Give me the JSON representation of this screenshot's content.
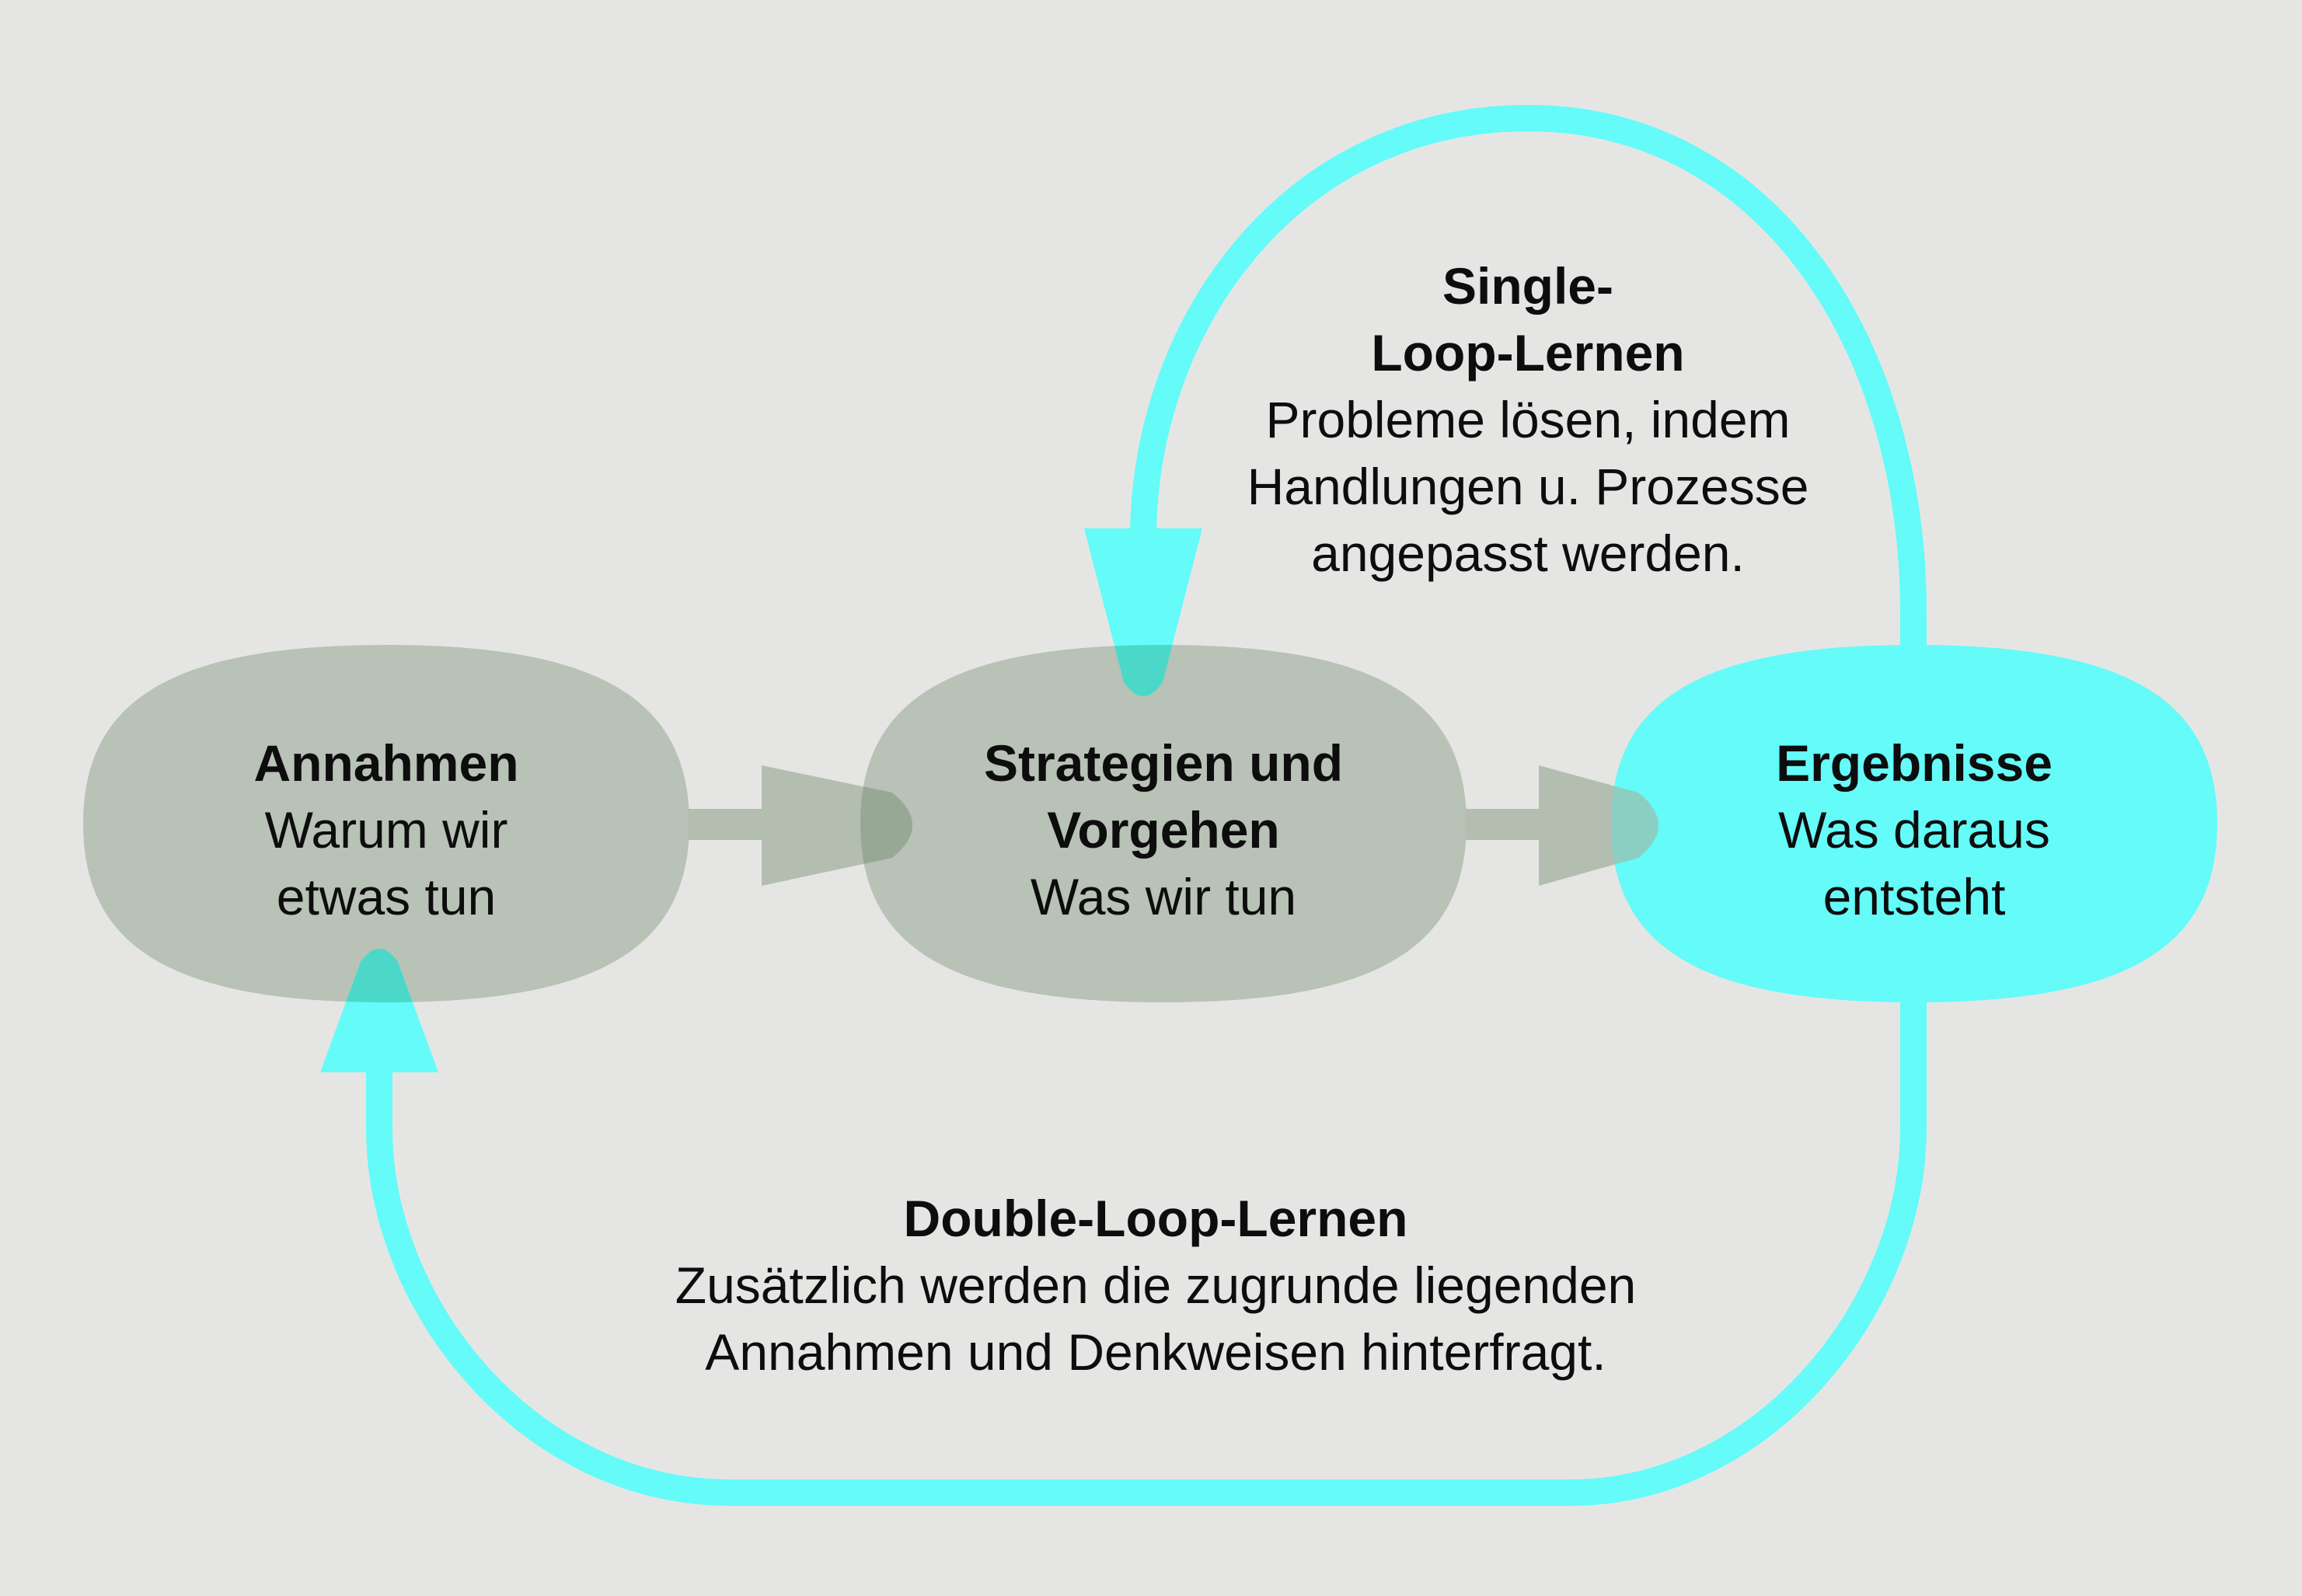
{
  "diagram": {
    "title_semantic": "Single-Loop / Double-Loop Lernen",
    "colors": {
      "background": "#E5E6E4",
      "node_green": "#B8C2B6",
      "node_cyan": "#64FBF9",
      "loop": "#64FBF9",
      "arrow_gray": "#B3BEB1",
      "overlap_cyan_on_green": "#4BD8C8",
      "overlap_gray_on_green": "#97A895",
      "overlap_gray_on_cyan": "#8BCFC2",
      "text": "#0D0D0D"
    },
    "nodes": [
      {
        "id": "annahmen",
        "title": "Annahmen",
        "body_lines": [
          "Warum wir",
          "etwas tun"
        ]
      },
      {
        "id": "strategien",
        "title_lines": [
          "Strategien und",
          "Vorgehen"
        ],
        "body_lines": [
          "Was wir tun"
        ]
      },
      {
        "id": "ergebnisse",
        "title": "Ergebnisse",
        "body_lines": [
          "Was daraus",
          "entsteht"
        ]
      }
    ],
    "loops": {
      "single": {
        "title_lines": [
          "Single-",
          "Loop-Lernen"
        ],
        "body_lines": [
          "Probleme lösen, indem",
          "Handlungen u. Prozesse",
          "angepasst werden."
        ]
      },
      "double": {
        "title_lines": [
          "Double-Loop-Lernen"
        ],
        "body_lines": [
          "Zusätzlich werden die zugrunde liegenden",
          "Annahmen und Denkweisen hinterfragt."
        ]
      }
    }
  }
}
